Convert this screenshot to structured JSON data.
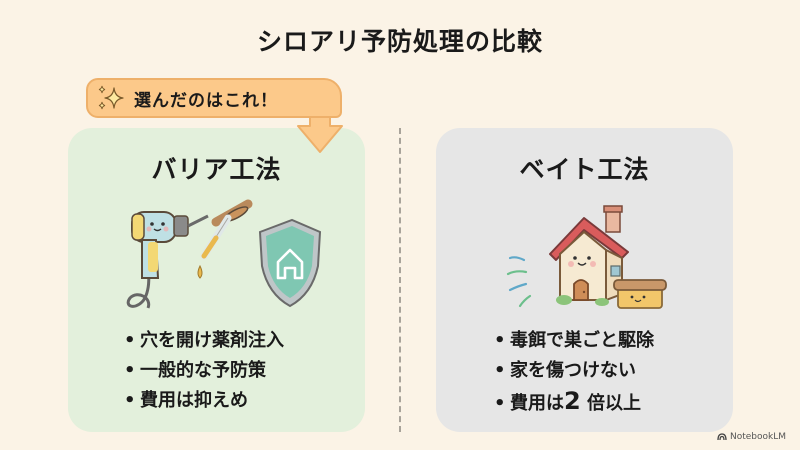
{
  "title": "シロアリ予防処理の比較",
  "callout": {
    "icon": "sparkle-icon",
    "text": "選んだのはこれ！"
  },
  "cards": [
    {
      "title": "バリア工法",
      "illustration": "drill-dropper-shield-illustration",
      "bullet_symbol": "•",
      "bullets": [
        "穴を開け薬剤注入",
        "一般的な予防策",
        "費用は抑えめ"
      ],
      "background": "#e3f0dc"
    },
    {
      "title": "ベイト工法",
      "illustration": "house-bait-box-illustration",
      "bullet_symbol": "•",
      "bullets": [
        "毒餌で巣ごと駆除",
        "家を傷つけない"
      ],
      "bullet3": {
        "prefix": "費用は",
        "number": "2",
        "suffix": " 倍以上"
      },
      "background": "#e6e6e6"
    }
  ],
  "footer": {
    "brand": "NotebookLM"
  },
  "colors": {
    "background": "#fbf3e6",
    "callout": "#fcc98a",
    "callout_border": "#eeb06a",
    "divider": "#a8a39a"
  }
}
